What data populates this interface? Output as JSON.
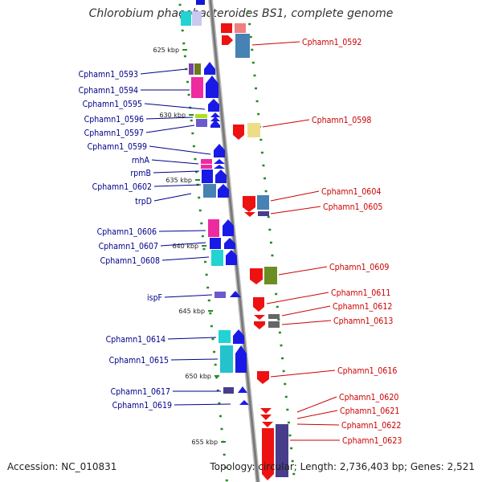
{
  "title": "Chlorobium phaeobacteroides BS1, complete genome",
  "footer": {
    "accession": "Accession: NC_010831",
    "topology": "Topology: circular; Length: 2,736,403 bp; Genes: 2,521"
  },
  "ticks": [
    {
      "label": "625 kbp"
    },
    {
      "label": "630 kbp"
    },
    {
      "label": "635 kbp"
    },
    {
      "label": "640 kbp"
    },
    {
      "label": "645 kbp"
    },
    {
      "label": "650 kbp"
    },
    {
      "label": "655 kbp"
    }
  ],
  "colors": {
    "left_label": "#00008b",
    "right_label": "#cc0000",
    "backbone": "#888888",
    "tick": "#228b22"
  },
  "left_genes": [
    {
      "label": "Cphamn1_0593"
    },
    {
      "label": "Cphamn1_0594"
    },
    {
      "label": "Cphamn1_0595"
    },
    {
      "label": "Cphamn1_0596"
    },
    {
      "label": "Cphamn1_0597"
    },
    {
      "label": "Cphamn1_0599"
    },
    {
      "label": "rnhA"
    },
    {
      "label": "rpmB"
    },
    {
      "label": "Cphamn1_0602"
    },
    {
      "label": "trpD"
    },
    {
      "label": "Cphamn1_0606"
    },
    {
      "label": "Cphamn1_0607"
    },
    {
      "label": "Cphamn1_0608"
    },
    {
      "label": "ispF"
    },
    {
      "label": "Cphamn1_0614"
    },
    {
      "label": "Cphamn1_0615"
    },
    {
      "label": "Cphamn1_0617"
    },
    {
      "label": "Cphamn1_0619"
    }
  ],
  "right_genes": [
    {
      "label": "Cphamn1_0592"
    },
    {
      "label": "Cphamn1_0598"
    },
    {
      "label": "Cphamn1_0604"
    },
    {
      "label": "Cphamn1_0605"
    },
    {
      "label": "Cphamn1_0609"
    },
    {
      "label": "Cphamn1_0611"
    },
    {
      "label": "Cphamn1_0612"
    },
    {
      "label": "Cphamn1_0613"
    },
    {
      "label": "Cphamn1_0616"
    },
    {
      "label": "Cphamn1_0620"
    },
    {
      "label": "Cphamn1_0621"
    },
    {
      "label": "Cphamn1_0622"
    },
    {
      "label": "Cphamn1_0623"
    }
  ]
}
